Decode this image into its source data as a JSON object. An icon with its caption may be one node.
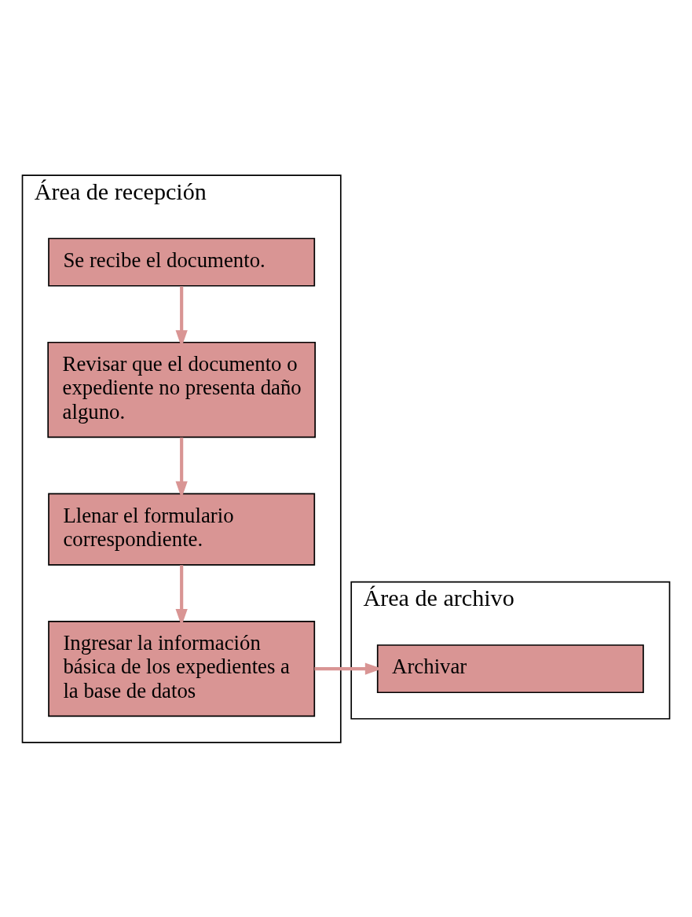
{
  "diagram": {
    "nodes": [
      {
        "text": [
          "Área de recepción"
        ]
      },
      {
        "text": [
          "Área de archivo"
        ]
      },
      {
        "text": [
          "Se recibe el documento."
        ],
        "in": 0
      },
      {
        "text": [
          "Revisar que el documento o expediente no presenta daño alguno."
        ],
        "in": 0
      },
      {
        "text": [
          "Llenar el formulario correspondiente."
        ],
        "in": 0
      },
      {
        "text": [
          "Ingresar la información básica de los expedientes a la base de datos"
        ],
        "in": 0
      },
      {
        "text": [
          "Archivar"
        ],
        "in": 1
      }
    ],
    "edges": [
      {
        "from": 2,
        "to": 3,
        "arrow": "to"
      },
      {
        "from": 3,
        "to": 4,
        "arrow": "to"
      },
      {
        "from": 4,
        "to": 5,
        "arrow": "to"
      },
      {
        "from": 5,
        "to": 6,
        "arrow": "to"
      }
    ]
  }
}
